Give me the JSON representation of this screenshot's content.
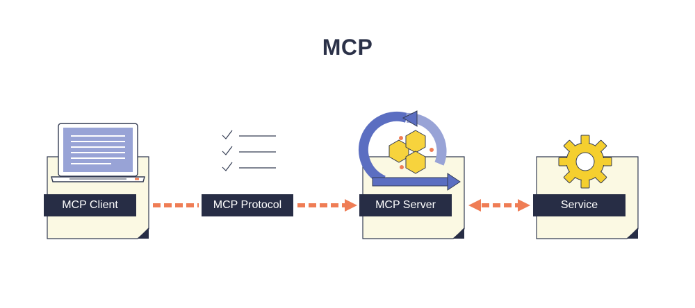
{
  "title": "MCP",
  "nodes": {
    "client": {
      "label": "MCP Client"
    },
    "protocol": {
      "label": "MCP Protocol"
    },
    "server": {
      "label": "MCP Server"
    },
    "service": {
      "label": "Service"
    }
  },
  "stock_id": "1374105164",
  "colors": {
    "label_bg": "#272d45",
    "card_fill": "#fbf9e3",
    "card_stroke": "#333b52",
    "arrow": "#ef7d55",
    "laptop_screen": "#98a3d6",
    "hex_yellow": "#f7d33d",
    "dot_orange": "#ef7d55",
    "arrow_blue": "#5b6ec1",
    "gear_yellow": "#f5cf2f"
  },
  "icons": [
    "laptop-icon",
    "checklist-icon",
    "cycle-icon",
    "gear-icon"
  ]
}
